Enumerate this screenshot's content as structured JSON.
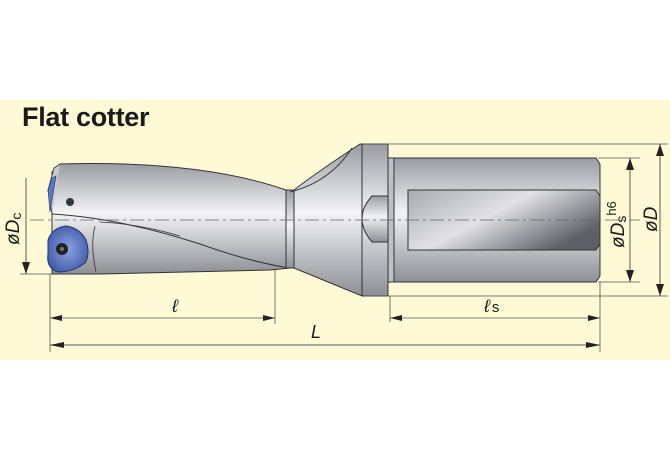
{
  "title": "Flat cotter",
  "colors": {
    "background": "#fffad6",
    "outline": "#333333",
    "insert": "#4f6fb8",
    "dimension_line": "#333333"
  },
  "labels": {
    "cutting_diameter": "øDc",
    "cutting_diameter_main": "øD",
    "cutting_diameter_sub": "c",
    "shank_diameter_main": "øD",
    "shank_diameter_sub": "s",
    "shank_tolerance": "h6",
    "flange_diameter": "øD",
    "usable_length": "ℓ",
    "shank_length_main": "ℓ",
    "shank_length_sub": "s",
    "overall_length": "L"
  }
}
